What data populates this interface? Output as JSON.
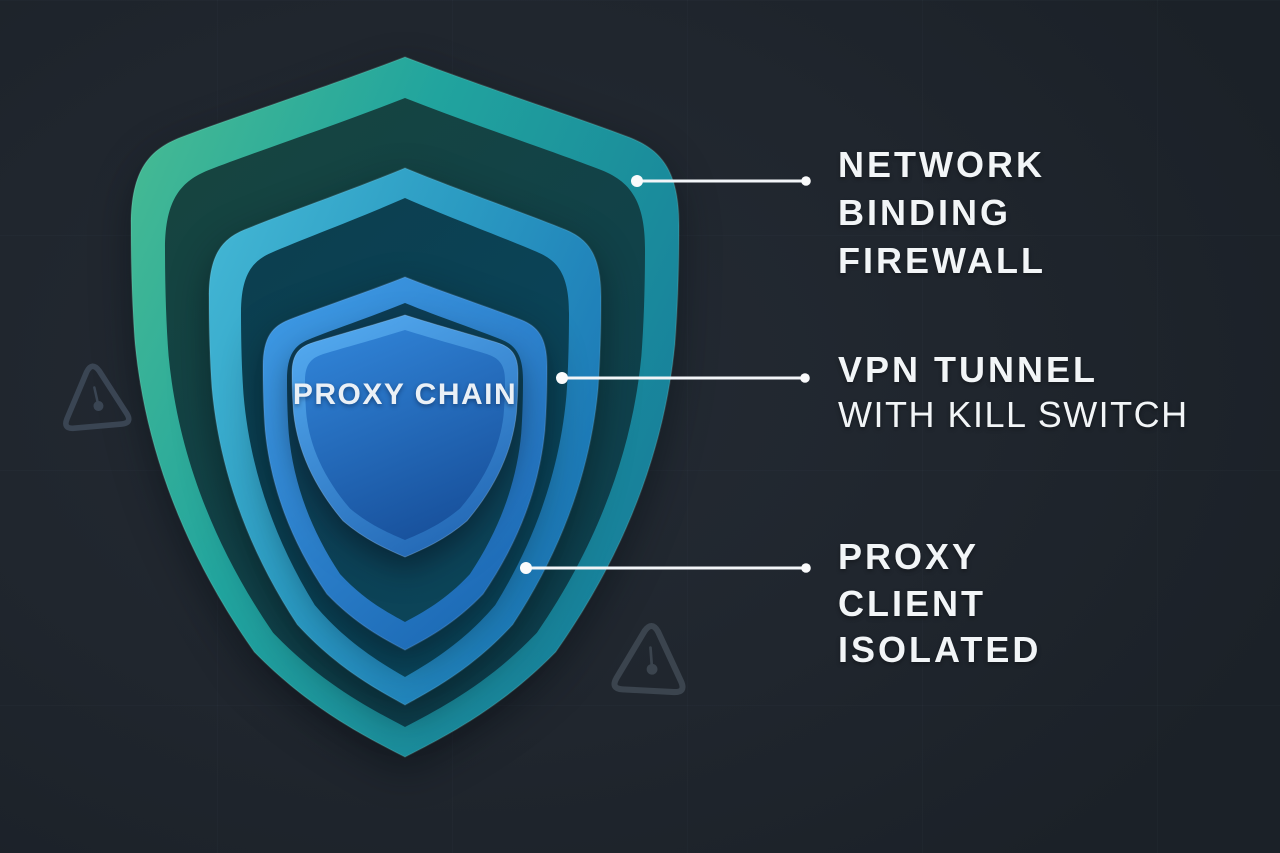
{
  "shield": {
    "core_label": [
      "PROXY",
      "CHAIN"
    ],
    "layer_count": 4
  },
  "callouts": [
    {
      "target": "outer-shield-ring",
      "lines": [
        "NETWORK",
        "BINDING",
        "FIREWALL"
      ]
    },
    {
      "target": "middle-shield-ring",
      "lines": [
        "VPN TUNNEL",
        "WITH KILL SWITCH"
      ]
    },
    {
      "target": "inner-shield-ring",
      "lines": [
        "PROXY",
        "CLIENT",
        "ISOLATED"
      ]
    }
  ],
  "icons": [
    {
      "name": "warning-triangle-icon",
      "position": "left-of-shield"
    },
    {
      "name": "warning-triangle-icon",
      "position": "below-right-of-shield"
    }
  ],
  "colors": {
    "background": "#20262E",
    "outer_ring_green": "#4ABD92",
    "outer_ring_teal": "#17809B",
    "middle_ring_cyan": "#45B9D6",
    "middle_ring_blue": "#1B76B6",
    "inner_ring_blue": "#3E99E4",
    "core_shield_blue": "#2F81D4",
    "core_shield_deep": "#174F9A",
    "connector": "#F2F5F8",
    "label_text": "#F2F5F7",
    "watermark_icon": "#3A4553"
  }
}
